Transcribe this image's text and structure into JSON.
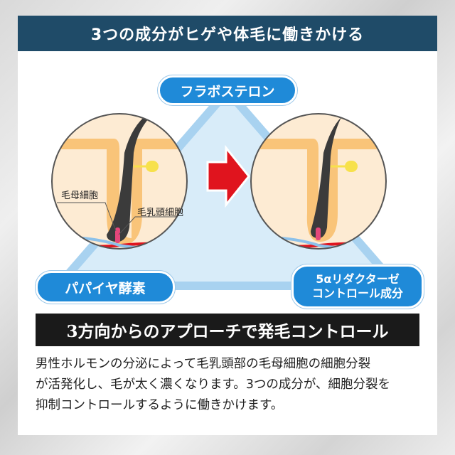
{
  "header": {
    "title": "3つの成分がヒゲや体毛に働きかける"
  },
  "components": {
    "top": "フラボステロン",
    "left": "パパイヤ酵素",
    "right_line1": "5αリダクターゼ",
    "right_line2": "コントロール成分"
  },
  "illustration": {
    "label_hair_matrix": "毛母細胞",
    "label_dermal_papilla": "毛乳頭細胞"
  },
  "colors": {
    "title_bg": "#1f4b68",
    "pill": "#1f8ad8",
    "arrow": "#e0141e",
    "triangle": "#d8ecf9"
  },
  "banner": {
    "text": "3方向からのアプローチで発毛コントロール"
  },
  "description": {
    "lines": [
      "男性ホルモンの分泌によって毛乳頭部の毛母細胞の細胞分裂",
      "が活発化し、毛が太く濃くなります。3つの成分が、細胞分裂を",
      "抑制コントロールするように働きかけます。"
    ]
  }
}
